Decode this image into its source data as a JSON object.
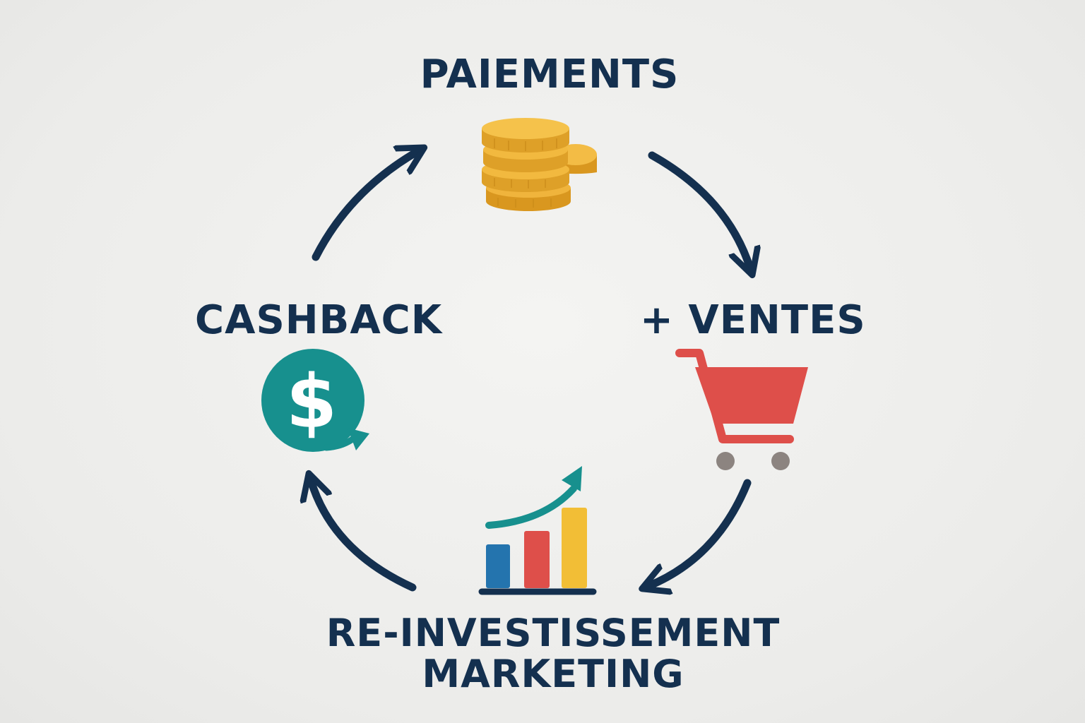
{
  "diagram": {
    "nodes": {
      "paiements": {
        "label": "PAIEMENTS",
        "icon": "coin-stack-icon"
      },
      "ventes": {
        "label": "+ VENTES",
        "icon": "shopping-cart-icon"
      },
      "reinvestissement": {
        "label_line1": "RE-INVESTISSEMENT",
        "label_line2": "MARKETING",
        "icon": "growth-bar-chart-icon"
      },
      "cashback": {
        "label": "CASHBACK",
        "icon": "dollar-coin-icon"
      }
    },
    "flow": [
      "paiements",
      "ventes",
      "reinvestissement",
      "cashback"
    ],
    "colors": {
      "text": "#14304f",
      "arrow": "#14304f",
      "coin": "#f0b43c",
      "coin_dark": "#d9971f",
      "cart": "#de4f4a",
      "wheel": "#8c8480",
      "cashback_circle": "#17908e",
      "bar_blue": "#2474ae",
      "bar_red": "#de4f4a",
      "bar_yellow": "#f2be36",
      "trend": "#17908e"
    }
  }
}
